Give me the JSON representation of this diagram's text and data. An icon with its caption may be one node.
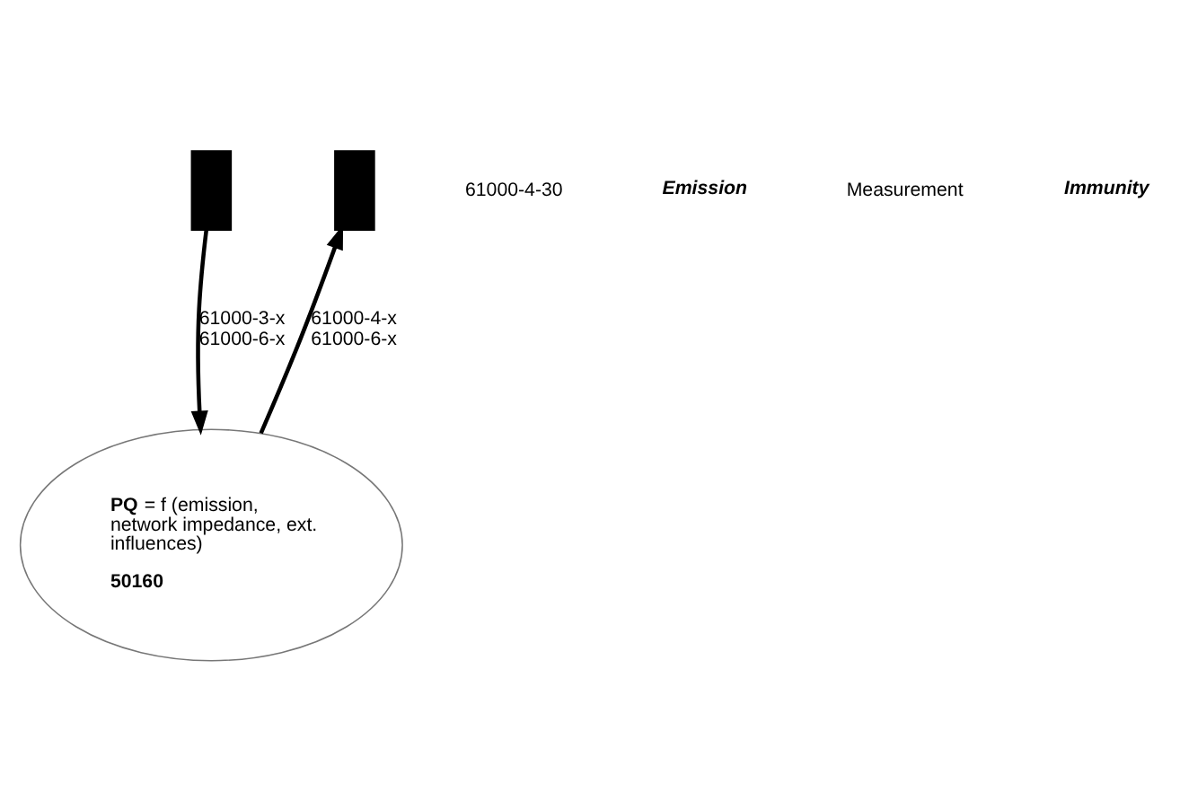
{
  "diagram": {
    "nodes": [
      {
        "text": [],
        "shape": "box"
      },
      {
        "text": [],
        "shape": "box"
      },
      {
        "text": [
          "**PQ** = f (emission, network impedance, ext. influences)",
          "**50160**"
        ]
      }
    ],
    "edges": [
      {
        "from": 0,
        "to": 2,
        "arrow": "to",
        "label": "61000-3-x 61000-6-x"
      },
      {
        "from": 2,
        "to": 1,
        "arrow": "to",
        "label": "61000-4-x 61000-6-x"
      }
    ],
    "labels": [
      "61000-4-30",
      "Emission",
      "Measurement",
      "Immunity"
    ]
  }
}
